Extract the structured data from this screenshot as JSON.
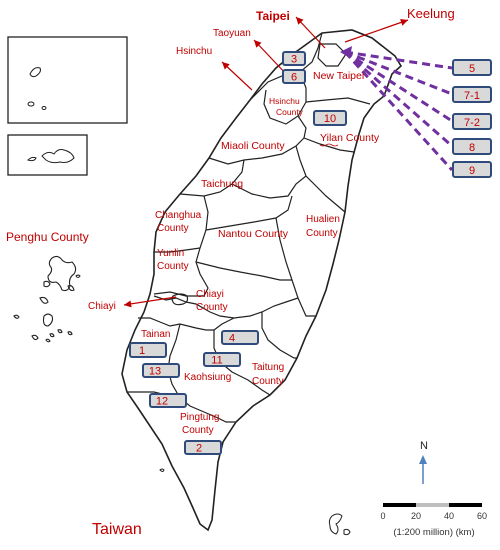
{
  "map": {
    "title": "Taiwan",
    "region_labels": {
      "taipei": "Taipei",
      "keelung": "Keelung",
      "taoyuan": "Taoyuan",
      "hsinchu": "Hsinchu",
      "new_taipei": "New Taipei",
      "hsinchu_county": [
        "Hsinchu",
        "County"
      ],
      "miaoli": "Miaoli County",
      "yilan": "Yilan County",
      "taichung": "Taichung",
      "changhua": [
        "Changhua",
        "County"
      ],
      "nantou": "Nantou County",
      "hualien": [
        "Hualien",
        "County"
      ],
      "yunlin": [
        "Yunlin",
        "County"
      ],
      "chiayi_city": "Chiayi",
      "chiayi_county": [
        "Chiayi",
        "County"
      ],
      "tainan": "Tainan",
      "kaohsiung": "Kaohsiung",
      "taitung": [
        "Taitung",
        "County"
      ],
      "pingtung": [
        "Pingtung",
        "County"
      ],
      "penghu": "Penghu County"
    },
    "site_boxes": [
      "3",
      "6",
      "10",
      "4",
      "11",
      "1",
      "13",
      "12",
      "2"
    ],
    "side_boxes": [
      "5",
      "7-1",
      "7-2",
      "8",
      "9"
    ],
    "north_arrow": "N",
    "scale_bar": {
      "ticks": [
        "0",
        "20",
        "40",
        "60"
      ],
      "caption": "(1:200 million) (km)"
    },
    "colors": {
      "label_red": "#c00000",
      "box_fill": "#d9d9d9",
      "box_border": "#2f4b7c",
      "dashed_purple": "#7030a0",
      "north_arrow": "#4f81bd"
    }
  }
}
